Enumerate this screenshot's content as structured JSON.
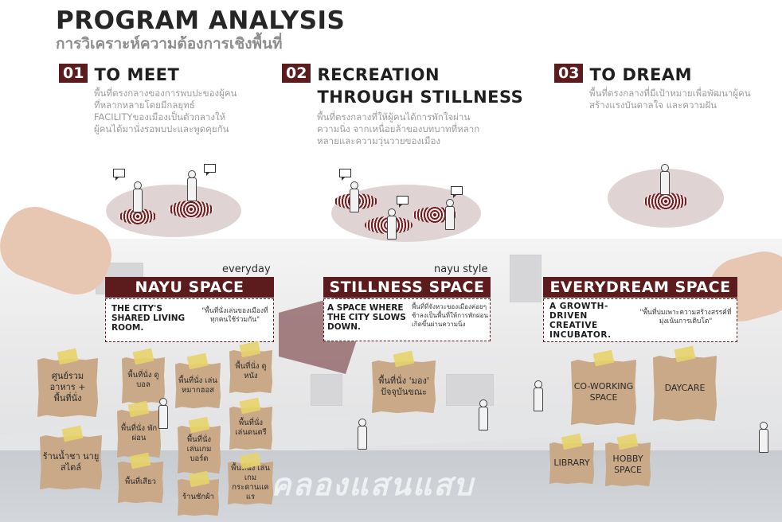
{
  "title": "PROGRAM ANALYSIS",
  "subtitle": "การวิเคราะห์ความต้องการเชิงพื้นที่",
  "sections": [
    {
      "num": "01",
      "title": "TO MEET",
      "desc": "พื้นที่ตรงกลางของการพบปะของผู้คนที่หลากหลายโดยมีกลยุทธ์ FACILITYของเมืองเป็นตัวกลางให้ผู้คนได้มานั่งรอพบปะและพูดคุยกัน"
    },
    {
      "num": "02",
      "title_line1": "RECREATION",
      "title_line2": "THROUGH STILLNESS",
      "desc": "พื้นที่ตรงกลางที่ให้ผู้คนได้การพักใจผ่านความนิ่ง จากเหนื่อยล้าของบทบาทที่หลากหลายและความวุ่นวายของเมือง"
    },
    {
      "num": "03",
      "title": "TO DREAM",
      "desc": "พื้นที่ตรงกลางที่มีเป้าหมายเพื่อพัฒนาผู้คน สร้างแรงบันดาลใจ และความฝัน"
    }
  ],
  "spaces": [
    {
      "tag": "everyday",
      "name": "NAYU SPACE",
      "en": "THE CITY'S SHARED LIVING ROOM.",
      "th": "\"พื้นที่นั่งเล่นของเมืองที่ทุกคนใช้ร่วมกัน\""
    },
    {
      "tag": "nayu style",
      "name": "STILLNESS SPACE",
      "en": "A SPACE WHERE THE CITY SLOWS DOWN.",
      "th": "พื้นที่ที่จังหวะของเมืองค่อยๆ ช้าลงเป็นพื้นที่ให้การพักผ่อนเกิดขึ้นผ่านความนิ่ง"
    },
    {
      "tag": "",
      "name": "EVERYDREAM SPACE",
      "en": "A GROWTH-DRIVEN CREATIVE INCUBATOR.",
      "th": "\"พื้นที่บ่มเพาะความสร้างสรรค์ที่มุ่งเน้นการเติบโต\""
    }
  ],
  "notes": {
    "n1": "ศูนย์รวมอาหาร + พื้นที่นั่ง",
    "n2": "ร้านน้ำชา นายูสไตล์",
    "n3": "พื้นที่นั่ง ดูบอล",
    "n4": "พื้นที่นั่ง พักผ่อน",
    "n5": "พื้นที่เสียว",
    "n6": "พื้นที่นั่ง เล่นหมากฮอส",
    "n7": "พื้นที่นั่ง เล่นเกม บอร์ด",
    "n8": "ร้านชักผ้า",
    "n9": "พื้นที่นั่ง ดูหนัง",
    "n10": "พื้นที่นั่ง เล่นดนตรี",
    "n11": "พื้นที่นั่ง เล่นเกม กระดานแคแร",
    "n12": "พื้นที่นั่ง 'มอง' ปัจจุบันขณะ",
    "n13": "CO-WORKING SPACE",
    "n14": "DAYCARE",
    "n15": "LIBRARY",
    "n16": "HOBBY SPACE"
  },
  "canal_label": "คลองแสนแสบ",
  "colors": {
    "accent": "#5c1b1c",
    "note": "#c9a988",
    "tape": "#e7d36a",
    "oval": "#d9cccb"
  }
}
